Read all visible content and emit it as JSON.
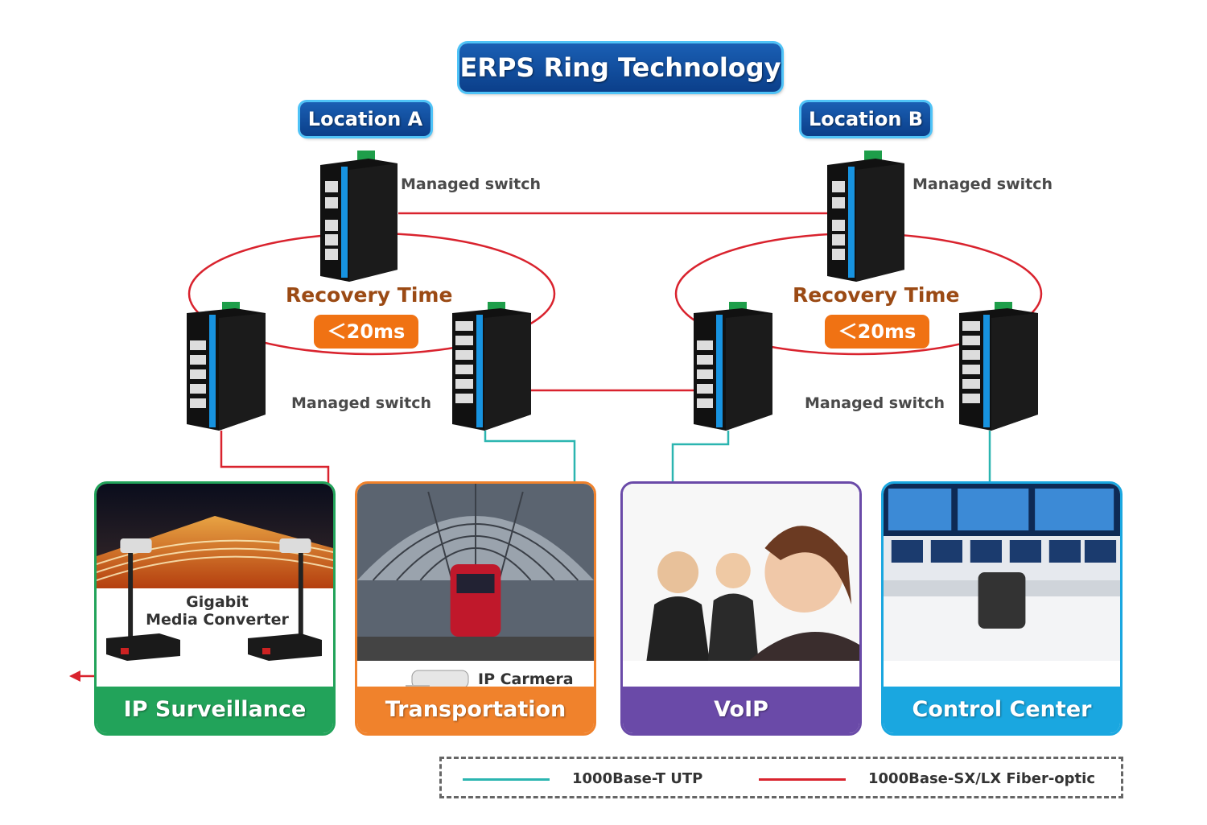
{
  "title": "ERPS Ring Technology",
  "locations": [
    {
      "label": "Location A"
    },
    {
      "label": "Location B"
    }
  ],
  "switch_label": "Managed switch",
  "recovery": {
    "label": "Recovery Time",
    "value": "＜20ms"
  },
  "panels": [
    {
      "label": "IP Surveillance",
      "color": "#22a35a"
    },
    {
      "label": "Transportation",
      "color": "#f0822c"
    },
    {
      "label": "VoIP",
      "color": "#6a4aa8"
    },
    {
      "label": "Control Center",
      "color": "#1aa7e0"
    }
  ],
  "surveillance_device": {
    "line1": "Gigabit",
    "line2": "Media Converter"
  },
  "camera_label": "IP Carmera",
  "legend": {
    "utp": {
      "label": "1000Base-T UTP",
      "color": "#2bb5b0"
    },
    "fiber": {
      "label": "1000Base-SX/LX Fiber-optic",
      "color": "#d9232e"
    }
  },
  "colors": {
    "badge": "#1a5fb4",
    "accent": "#f07213",
    "fiber": "#d9232e",
    "utp": "#2bb5b0"
  }
}
